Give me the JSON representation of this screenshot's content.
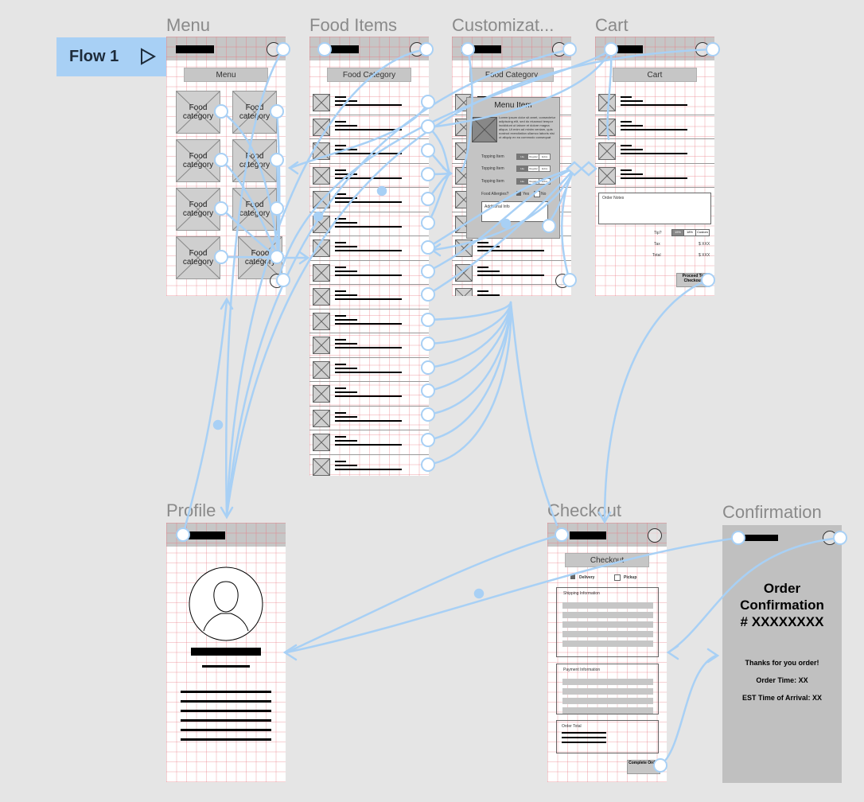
{
  "frames": {
    "menu": {
      "label": "Menu",
      "button": "Menu",
      "tiles": [
        [
          "Food category",
          "Food category"
        ],
        [
          "Food category",
          "Food category"
        ],
        [
          "Food category",
          "Food category"
        ],
        [
          "Food category",
          "Food category"
        ]
      ]
    },
    "food_items": {
      "label": "Food Items",
      "button": "Food Category"
    },
    "customization": {
      "label": "Customizat...",
      "button": "Food Category",
      "modal": {
        "title": "Menu Item",
        "lorem": "Lorem ipsum dolor sit amet, consectetur adipiscing elit, sed do eiusmod tempor incididunt ut labore et dolore magna aliqua. Ut enim ad minim veniam, quis nostrud exercitation ullamco laboris nisi ut aliquip ex ea commodo consequat",
        "toppings": [
          "Topping Item",
          "Topping Item",
          "Topping Item"
        ],
        "options": [
          "Lite",
          "Regular",
          "Extra"
        ],
        "allergies": "Food Allergies?",
        "yes": "Yes",
        "no": "No",
        "additional": "Additional Info"
      }
    },
    "cart": {
      "label": "Cart",
      "button": "Cart",
      "order_notes": "Order Notes",
      "tip": "Tip?",
      "tip_options": [
        "15%",
        "18%",
        "Custom"
      ],
      "tax": "Tax",
      "tax_value": "$ XXX",
      "total": "Total",
      "total_value": "$ XXX",
      "proceed": "Proceed To Checkout"
    },
    "profile": {
      "label": "Profile"
    },
    "checkout": {
      "label": "Checkout",
      "button": "Checkout",
      "delivery": "Delivery",
      "pickup": "Pickup",
      "shipping": "Shipping Information",
      "payment": "Payment Information",
      "order_total": "Order Total",
      "complete": "Complete Order"
    },
    "confirmation": {
      "label": "Confirmation",
      "title1": "Order",
      "title2": "Confirmation",
      "title3": "# XXXXXXXX",
      "thanks": "Thanks for you order!",
      "order_time": "Order Time: XX",
      "eta": "EST Time of Arrival: XX"
    }
  },
  "flow": {
    "label": "Flow 1"
  },
  "colors": {
    "connector": "#a8d0f5",
    "canvas": "#e5e5e5",
    "header": "#c6c6c6",
    "grid": "#e87882"
  }
}
